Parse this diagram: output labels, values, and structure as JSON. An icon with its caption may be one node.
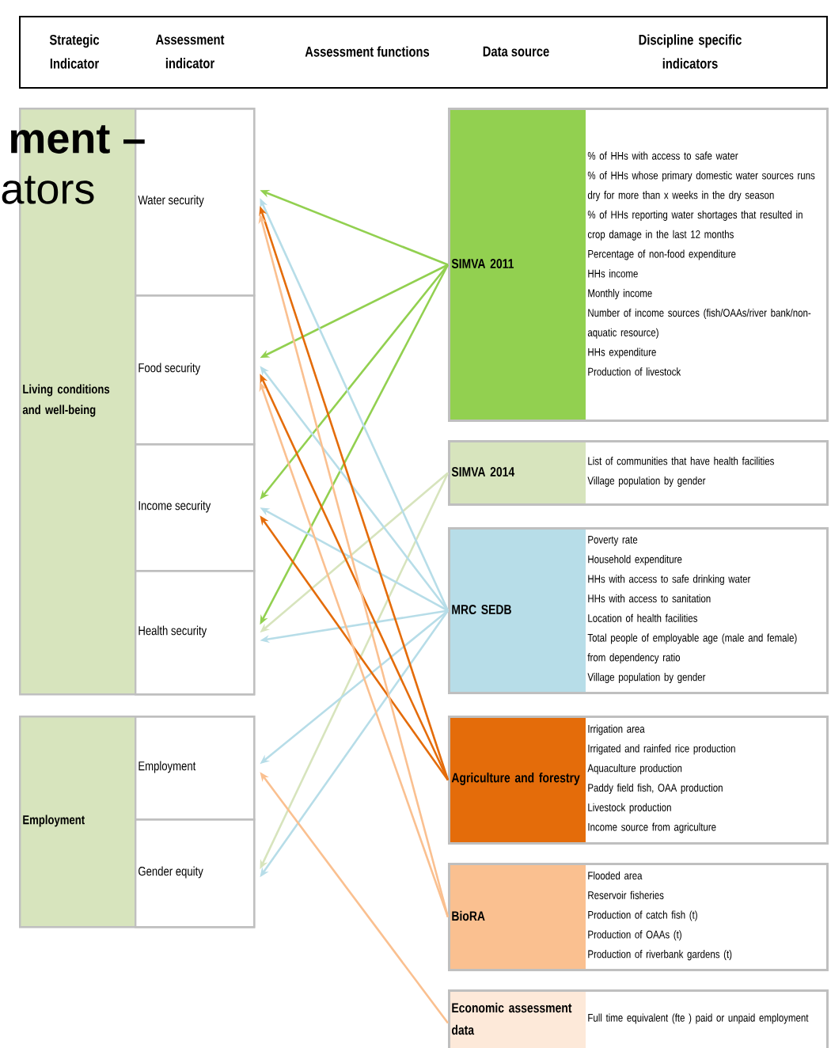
{
  "diagram": {
    "nodes": [
      {
        "text": [
          "Strategic Indicator",
          "Assessment indicator",
          "Assessment functions",
          "Data source",
          "Discipline specific indicators"
        ]
      },
      {
        "text": [
          "Living conditions and well-being"
        ]
      },
      {
        "text": [
          "Water security"
        ],
        "in": 1
      },
      {
        "text": [
          "Food security"
        ],
        "in": 1
      },
      {
        "text": [
          "Income security"
        ],
        "in": 1
      },
      {
        "text": [
          "Health security"
        ],
        "in": 1
      },
      {
        "text": [
          "Employment"
        ]
      },
      {
        "text": [
          "Employment"
        ],
        "in": 6
      },
      {
        "text": [
          "Gender equity"
        ],
        "in": 6
      },
      {
        "text": [
          "SIMVA 2011",
          "% of HHs with access to safe water",
          "% of HHs whose primary domestic water sources runs dry for more than x weeks in the dry season",
          "% of HHs reporting water shortages that resulted in crop damage in the last 12 months",
          "Percentage of non-food expenditure",
          "HHs income",
          "Monthly income",
          "Number of income sources (fish/OAAs/river bank/non-aquatic resource)",
          "HHs expenditure",
          "Production of livestock"
        ]
      },
      {
        "text": [
          "SIMVA 2014",
          "List of communities that have health facilities",
          "Village population by gender"
        ]
      },
      {
        "text": [
          "MRC SEDB",
          "Poverty rate",
          "Household expenditure",
          "HHs with access to safe drinking water",
          "HHs with access to sanitation",
          "Location of health facilities",
          "Total people of employable age (male and female) from dependency ratio",
          "Village population by gender"
        ]
      },
      {
        "text": [
          "Agriculture and forestry",
          "Irrigation area",
          "Irrigated and rainfed rice production",
          "Aquaculture production",
          "Paddy field fish, OAA production",
          "Livestock production",
          "Income source from agriculture"
        ]
      },
      {
        "text": [
          "BioRA",
          "Flooded area",
          "Reservoir fisheries",
          "Production of catch fish (t)",
          "Production of OAAs (t)",
          "Production of riverbank gardens (t)"
        ]
      },
      {
        "text": [
          "Economic assessment data",
          "Full time equivalent (fte ) paid or unpaid employment"
        ]
      }
    ],
    "edges": [
      {
        "from": 9,
        "to": 2,
        "arrow": "to",
        "color": "#92d050"
      },
      {
        "from": 9,
        "to": 3,
        "arrow": "to",
        "color": "#92d050"
      },
      {
        "from": 9,
        "to": 4,
        "arrow": "to",
        "color": "#92d050"
      },
      {
        "from": 9,
        "to": 5,
        "arrow": "to",
        "color": "#92d050"
      },
      {
        "from": 10,
        "to": 5,
        "arrow": "to",
        "color": "#d7e4bd"
      },
      {
        "from": 10,
        "to": 8,
        "arrow": "to",
        "color": "#d7e4bd"
      },
      {
        "from": 11,
        "to": 2,
        "arrow": "to",
        "color": "#b7dde8"
      },
      {
        "from": 11,
        "to": 3,
        "arrow": "to",
        "color": "#b7dde8"
      },
      {
        "from": 11,
        "to": 4,
        "arrow": "to",
        "color": "#b7dde8"
      },
      {
        "from": 11,
        "to": 5,
        "arrow": "to",
        "color": "#b7dde8"
      },
      {
        "from": 11,
        "to": 7,
        "arrow": "to",
        "color": "#b7dde8"
      },
      {
        "from": 11,
        "to": 8,
        "arrow": "to",
        "color": "#b7dde8"
      },
      {
        "from": 12,
        "to": 2,
        "arrow": "to",
        "color": "#e46c0a"
      },
      {
        "from": 12,
        "to": 3,
        "arrow": "to",
        "color": "#e46c0a"
      },
      {
        "from": 12,
        "to": 4,
        "arrow": "to",
        "color": "#e46c0a"
      },
      {
        "from": 13,
        "to": 2,
        "arrow": "to",
        "color": "#fac090"
      },
      {
        "from": 13,
        "to": 3,
        "arrow": "to",
        "color": "#fac090"
      },
      {
        "from": 14,
        "to": 7,
        "arrow": "to",
        "color": "#fac090"
      }
    ],
    "labels": [
      "ment –",
      "ators"
    ]
  }
}
